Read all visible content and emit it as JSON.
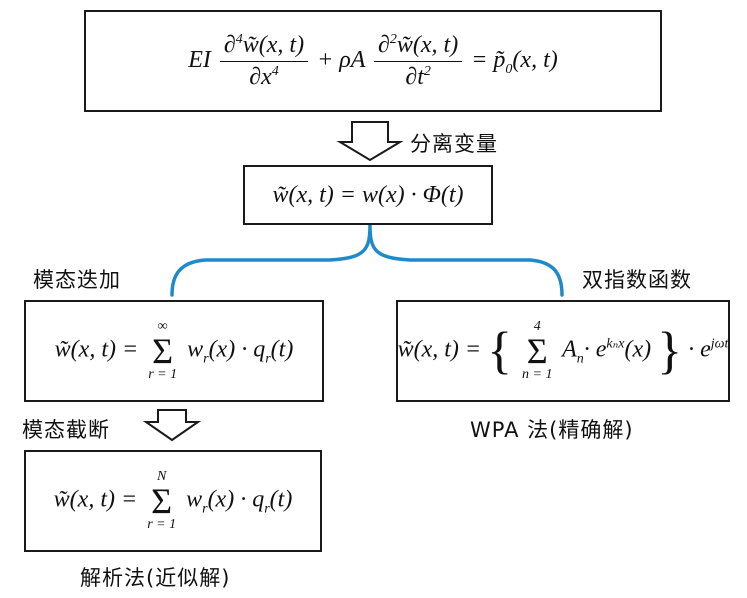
{
  "labels": {
    "separation": "分离变量",
    "modal_superposition": "模态迭加",
    "double_exponential": "双指数函数",
    "modal_truncation": "模态截断",
    "wpa_method": "WPA 法(精确解)",
    "analytic_method": "解析法(近似解)"
  },
  "colors": {
    "connector": "#1f8ac9",
    "border": "#1a1a1a",
    "arrow_fill": "#ffffff"
  },
  "equations": {
    "governing": {
      "ei": "EI",
      "d4": "∂",
      "pow4": "4",
      "w_tilde": "w̃(x, t)",
      "dx": "∂x",
      "plus_rhoA": "+ ρA",
      "d2": "∂",
      "pow2": "2",
      "dt": "∂t",
      "rhs": "= p̃",
      "rhs_sub": "0",
      "rhs_args": "(x, t)"
    },
    "separated": "w̃(x, t) = w(x) · Φ(t)",
    "modal_sum": {
      "lhs": "w̃(x, t) =",
      "upper": "∞",
      "sigma": "Σ",
      "lower": "r = 1",
      "term_w": "w",
      "term_args": "(x) · q",
      "term_t": "(t)",
      "sub_r": "r"
    },
    "wpa": {
      "lhs": "w̃(x, t) =",
      "upper": "4",
      "sigma": "Σ",
      "lower": "n = 1",
      "term_a": "A",
      "sub_n": "n",
      "exp_base": "· e",
      "exp_pow": "kₙx",
      "args": "(x)",
      "tail": "· e",
      "tail_pow": "jωt"
    },
    "truncated": {
      "lhs": "w̃(x, t) =",
      "upper": "N",
      "sigma": "Σ",
      "lower": "r = 1",
      "term_w": "w",
      "term_args": "(x) · q",
      "term_t": "(t)",
      "sub_r": "r"
    }
  }
}
